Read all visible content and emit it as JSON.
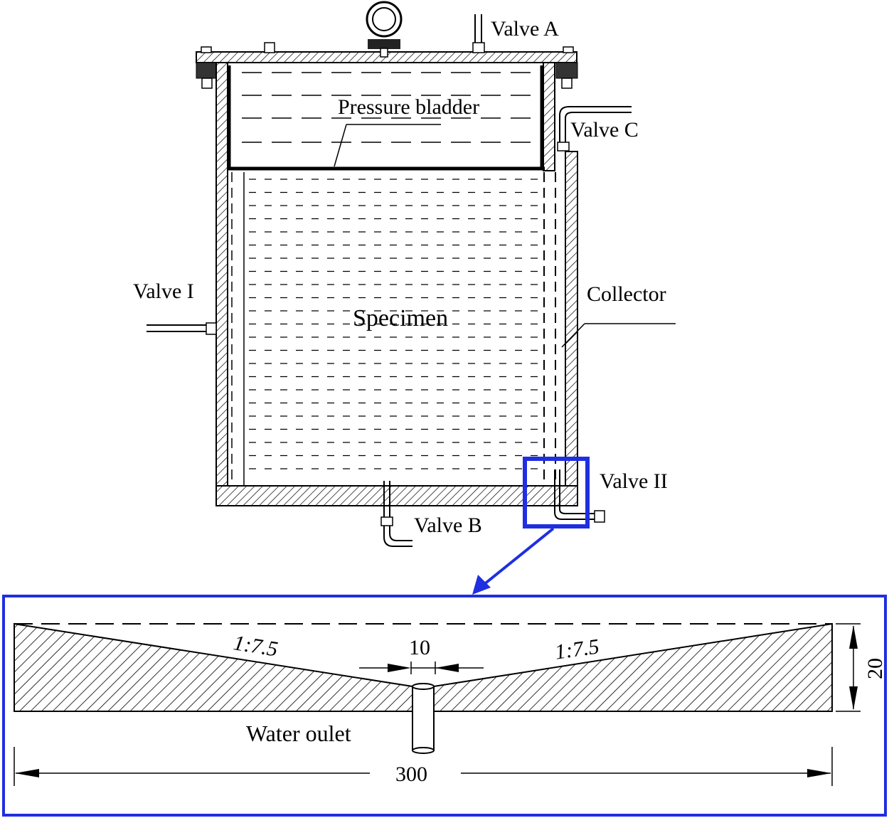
{
  "labels": {
    "valve_a": "Valve A",
    "valve_b": "Valve B",
    "valve_c": "Valve C",
    "valve_i": "Valve I",
    "valve_ii": "Valve II",
    "pressure_bladder": "Pressure bladder",
    "specimen": "Specimen",
    "collector": "Collector"
  },
  "detail": {
    "slope_left": "1:7.5",
    "slope_right": "1:7.5",
    "outlet_width": "10",
    "height": "20",
    "total_width": "300",
    "water_outlet": "Water oulet"
  },
  "colors": {
    "highlight": "#1f2fe0",
    "line": "#000000"
  }
}
